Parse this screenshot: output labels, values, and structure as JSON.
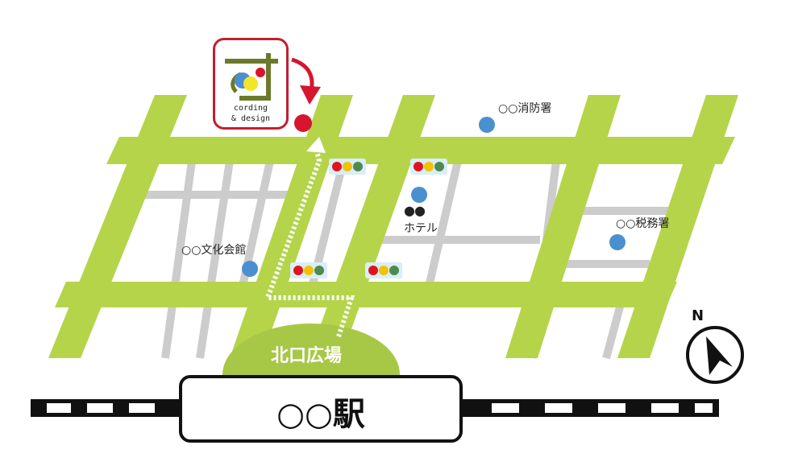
{
  "map": {
    "landmarks": {
      "fire_station": "○○消防署",
      "hotel_marks": "●●",
      "hotel": "ホテル",
      "culture_hall": "○○文化会館",
      "tax_office": "○○税務署"
    },
    "plaza": "北口広場",
    "station": "○○駅",
    "compass_north": "N",
    "logo": {
      "line1": "cording",
      "line2": "& design"
    },
    "colors": {
      "main_road": "#b5d44a",
      "side_street": "#cccccc",
      "landmark_dot": "#4a90d0",
      "logo_border": "#c0202e",
      "marker": "#d8152e",
      "plaza": "#a7c846",
      "signal_red": "#e0141e",
      "signal_yellow": "#f2c200",
      "signal_green": "#4e8a4e"
    },
    "icons": [
      "traffic-signal-icon",
      "landmark-dot-icon",
      "compass-icon",
      "walking-route-path",
      "railway-track",
      "destination-marker-icon",
      "curved-arrow-icon"
    ]
  }
}
